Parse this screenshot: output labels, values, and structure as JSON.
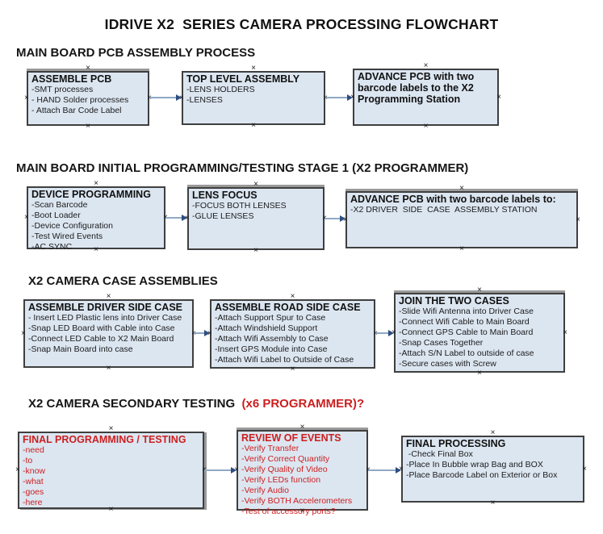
{
  "title": "IDRIVE X2  SERIES CAMERA PROCESSING FLOWCHART",
  "colors": {
    "box_fill": "#dce6f1",
    "box_border": "#3f3f3f",
    "red": "#cc1f1f",
    "arrow_line": "#8fa8c5",
    "arrow_head": "#2e4d80"
  },
  "sections": [
    {
      "heading": "MAIN BOARD PCB ASSEMBLY PROCESS",
      "boxes": [
        {
          "title": "ASSEMBLE PCB",
          "lines": [
            "-SMT processes",
            "- HAND Solder processes",
            "- Attach Bar Code Label"
          ]
        },
        {
          "title": "TOP LEVEL ASSEMBLY",
          "lines": [
            "-LENS HOLDERS",
            "-LENSES"
          ]
        },
        {
          "title": "ADVANCE PCB with two barcode labels to the X2 Programming Station",
          "lines": []
        }
      ]
    },
    {
      "heading": "MAIN BOARD INITIAL PROGRAMMING/TESTING STAGE 1 (X2 PROGRAMMER)",
      "boxes": [
        {
          "title": "DEVICE PROGRAMMING",
          "lines": [
            "-Scan Barcode",
            "-Boot Loader",
            "-Device Configuration",
            "-Test Wired Events",
            "-AC SYNC"
          ]
        },
        {
          "title": "LENS FOCUS",
          "lines": [
            "-FOCUS BOTH LENSES",
            "-GLUE LENSES"
          ]
        },
        {
          "title": "ADVANCE PCB with two barcode labels to:",
          "lines": [
            "-X2 DRIVER  SIDE  CASE  ASSEMBLY STATION"
          ]
        }
      ]
    },
    {
      "heading": "X2 CAMERA CASE ASSEMBLIES",
      "boxes": [
        {
          "title": "ASSEMBLE DRIVER SIDE CASE",
          "lines": [
            "- Insert LED Plastic lens into Driver Case",
            "-Snap LED Board with Cable into Case",
            "-Connect LED Cable to X2 Main Board",
            "-Snap Main Board into case"
          ]
        },
        {
          "title": "ASSEMBLE ROAD SIDE CASE",
          "lines": [
            "-Attach Support Spur to Case",
            "-Attach Windshield Support",
            "-Attach Wifi Assembly to Case",
            "-Insert GPS Module into Case",
            "-Attach Wifi Label to Outside of Case"
          ]
        },
        {
          "title": "JOIN THE TWO CASES",
          "lines": [
            "-Slide Wifi Antenna into Driver Case",
            "-Connect Wifi Cable to Main Board",
            "-Connect GPS Cable to Main Board",
            "-Snap Cases Together",
            "-Attach S/N Label to outside of case",
            "-Secure cases with Screw"
          ]
        }
      ]
    },
    {
      "heading": "X2 CAMERA SECONDARY TESTING",
      "heading_suffix": "  (x6 PROGRAMMER)?",
      "boxes": [
        {
          "title": "FINAL PROGRAMMING / TESTING",
          "lines": [
            "-need",
            "-to",
            "-know",
            "-what",
            "-goes",
            "-here"
          ]
        },
        {
          "title": "REVIEW OF EVENTS",
          "lines": [
            "-Verify Transfer",
            "-Verify Correct Quantity",
            "-Verify Quality of Video",
            "-Verify LEDs function",
            "-Verify Audio",
            "-Verify BOTH Accelerometers",
            "-Test of accessory ports?"
          ]
        },
        {
          "title": "FINAL PROCESSING",
          "lines": [
            " -Check Final Box",
            "-Place In Bubble wrap Bag and BOX",
            "-Place Barcode Label on Exterior or Box"
          ]
        }
      ]
    }
  ]
}
